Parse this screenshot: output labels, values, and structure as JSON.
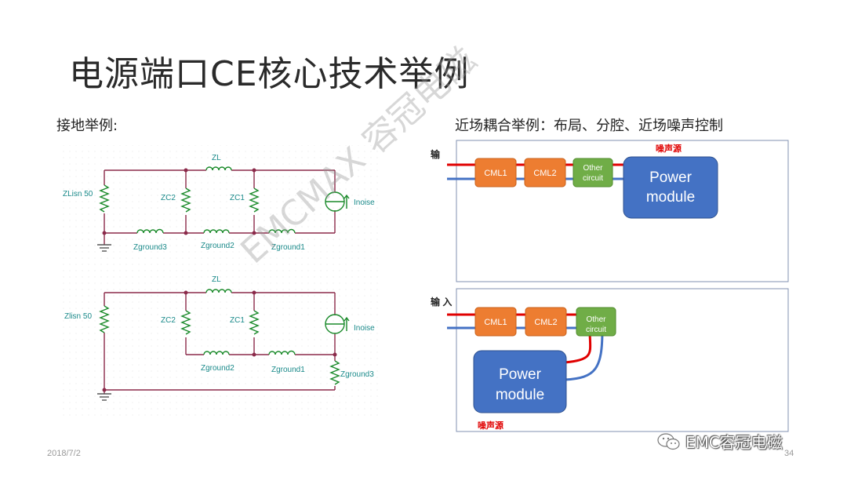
{
  "title": "电源端口CE核心技术举例",
  "left_heading": "接地举例:",
  "right_heading": "近场耦合举例：布局、分腔、近场噪声控制",
  "colors": {
    "wire": "#8b2a4a",
    "inductor": "#1a8a2a",
    "label": "#1a8a8a",
    "cml": "#ed7d31",
    "other": "#70ad47",
    "power": "#4472c4",
    "trace_red": "#e00000",
    "trace_blue": "#4472c4"
  },
  "circuit_top": {
    "zl": "ZL",
    "zlisn": "ZLisn 50",
    "zc2": "ZC2",
    "zc1": "ZC1",
    "inoise": "Inoise",
    "zground3": "Zground3",
    "zground2": "Zground2",
    "zground1": "Zground1"
  },
  "circuit_bottom": {
    "zl": "ZL",
    "zlisn": "Zlisn 50",
    "zc2": "ZC2",
    "zc1": "ZC1",
    "inoise": "Inoise",
    "zground2": "Zground2",
    "zground1": "Zground1",
    "zground3": "Zground3"
  },
  "layout_top": {
    "input_label": "输",
    "noise_label": "噪声源",
    "cml1": "CML1",
    "cml2": "CML2",
    "other1": "Other",
    "other2": "circuit",
    "power1": "Power",
    "power2": "module"
  },
  "layout_bottom": {
    "input_label": "输 入",
    "noise_label": "噪声源",
    "cml1": "CML1",
    "cml2": "CML2",
    "other1": "Other",
    "other2": "circuit",
    "power1": "Power",
    "power2": "module"
  },
  "watermark": "EMCMAX 容冠电磁",
  "date": "2018/7/2",
  "page": "34",
  "brand": "EMC容冠电磁"
}
